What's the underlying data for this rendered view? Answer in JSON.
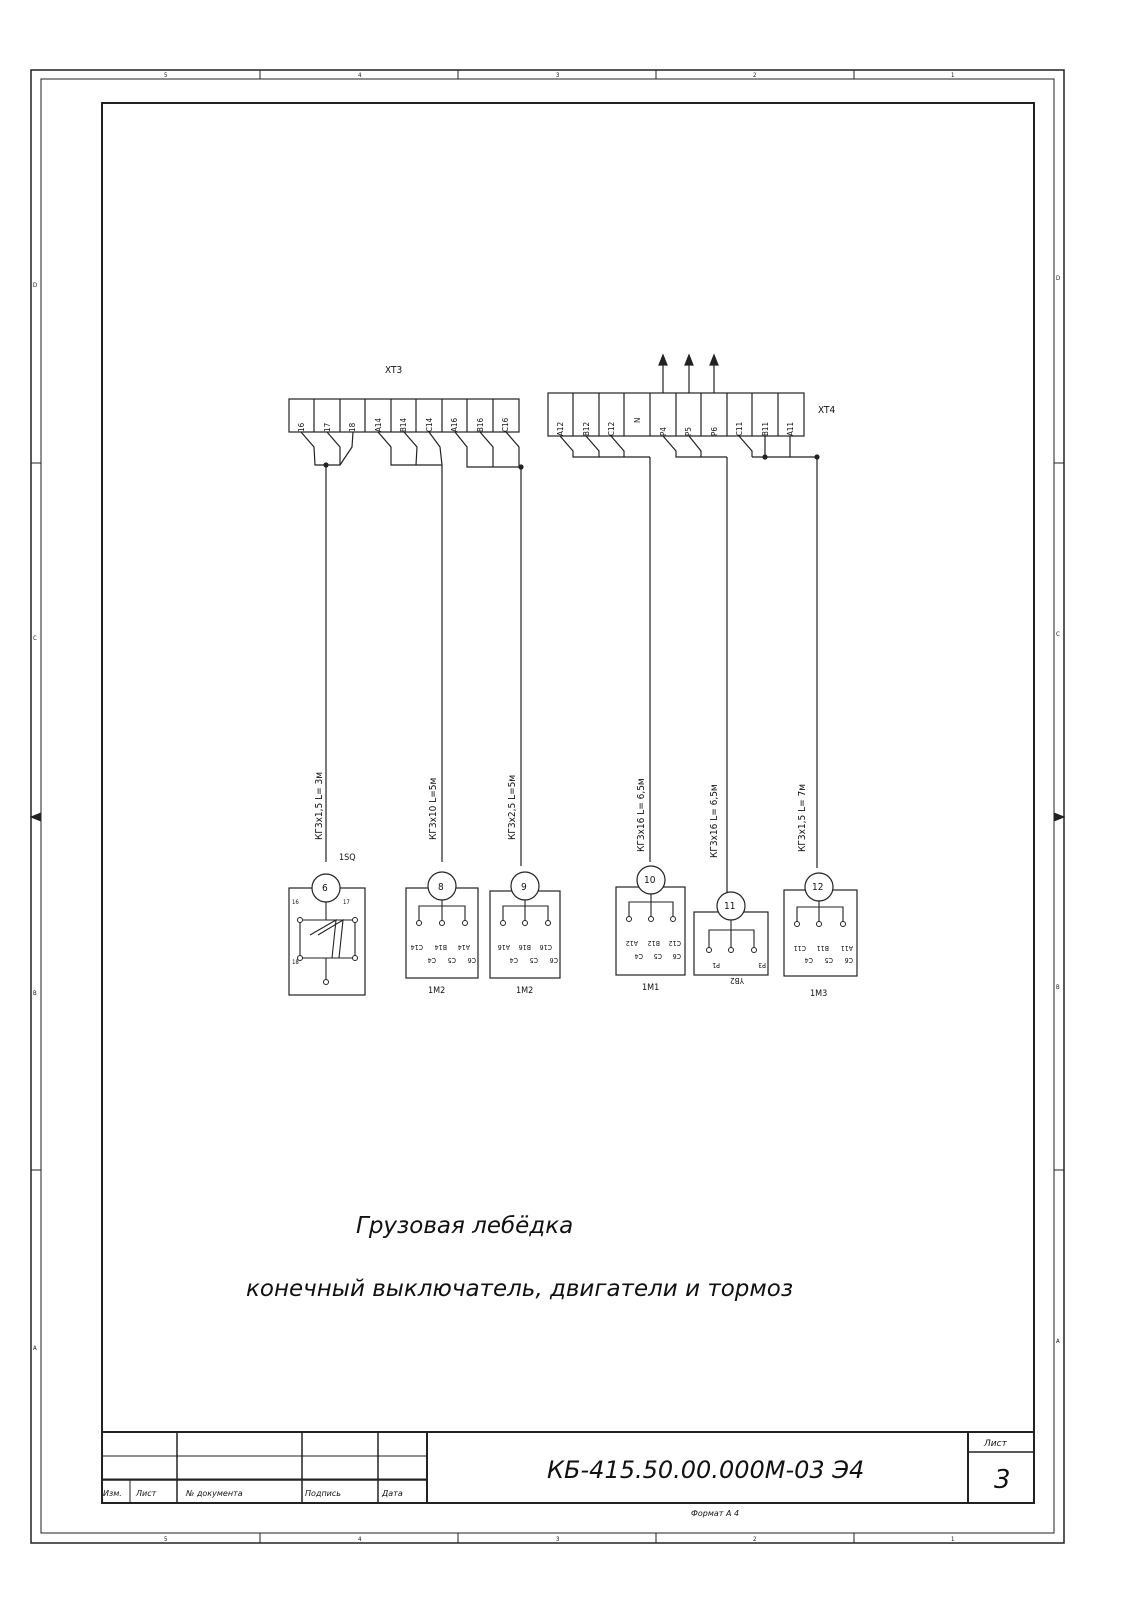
{
  "zones": {
    "top": [
      "5",
      "4",
      "3",
      "2",
      "1"
    ],
    "bottom": [
      "5",
      "4",
      "3",
      "2",
      "1"
    ],
    "left": [
      "D",
      "C",
      "B",
      "A"
    ],
    "right": [
      "D",
      "C",
      "B",
      "A"
    ]
  },
  "xt3": {
    "label": "XT3",
    "terminals": [
      "16",
      "17",
      "18",
      "A14",
      "B14",
      "C14",
      "A16",
      "B16",
      "C16"
    ]
  },
  "xt4": {
    "label": "XT4",
    "terminals": [
      "A12",
      "B12",
      "C12",
      "N",
      "P4",
      "P5",
      "P6",
      "C11",
      "B11",
      "A11"
    ]
  },
  "cables": [
    {
      "label": "КГ3х1,5  L= 3м"
    },
    {
      "label": "КГ3х10  L=5м"
    },
    {
      "label": "КГ3х2,5  L=5м"
    },
    {
      "label": "КГ3х16  L= 6,5м"
    },
    {
      "label": "КГ3х16  L= 6,5м"
    },
    {
      "label": "КГ3х1,5  L= 7м"
    }
  ],
  "devices": [
    {
      "number": "6",
      "ref": "1SQ",
      "labels": [
        "16",
        "17",
        "18"
      ]
    },
    {
      "number": "8",
      "ref": "1М2",
      "terminals": [
        "C14",
        "B14",
        "A14"
      ],
      "windings": [
        "C6",
        "C5",
        "C4"
      ]
    },
    {
      "number": "9",
      "ref": "1М2",
      "terminals": [
        "C16",
        "B16",
        "A16"
      ],
      "windings": [
        "C6",
        "C5",
        "C4"
      ]
    },
    {
      "number": "10",
      "ref": "1М1",
      "terminals": [
        "C12",
        "B12",
        "A12"
      ],
      "windings": [
        "C6",
        "C5",
        "C4"
      ]
    },
    {
      "number": "11",
      "ref": "YB2",
      "terminals": [
        "P3",
        "P1"
      ]
    },
    {
      "number": "12",
      "ref": "1М3",
      "terminals": [
        "A11",
        "B11",
        "C11"
      ],
      "windings": [
        "C6",
        "C5",
        "C4"
      ]
    }
  ],
  "title_line1": "Грузовая лебёдка",
  "title_line2": "конечный выключатель, двигатели и тормоз",
  "stamp": {
    "code": "КБ-415.50.00.000М-03 Э4",
    "col_izm": "Изм.",
    "col_list": "Лист",
    "col_doc": "№ документа",
    "col_sign": "Подпись",
    "col_date": "Дата",
    "sheet_label": "Лист",
    "sheet_number": "3"
  },
  "format": "Формат А 4"
}
